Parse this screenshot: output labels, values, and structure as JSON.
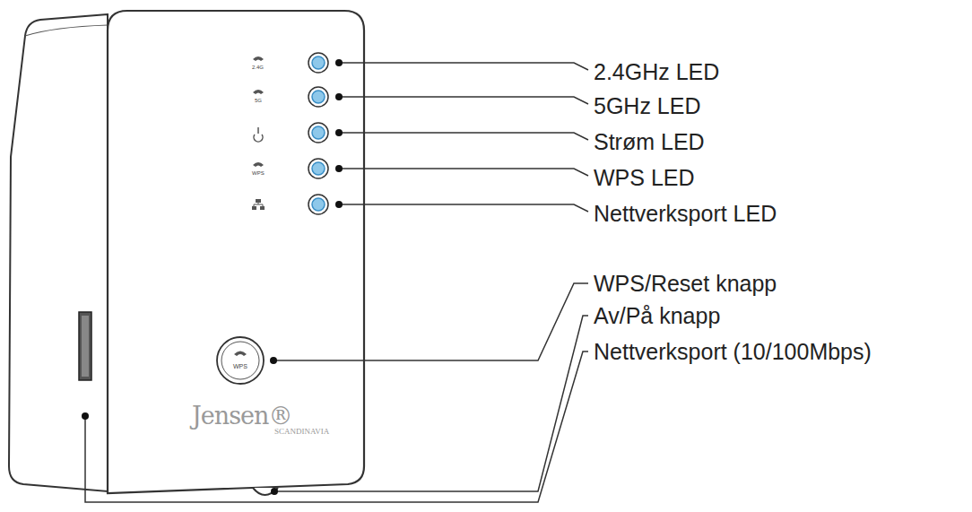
{
  "diagram": {
    "labels": [
      "2.4GHz LED",
      "5GHz LED",
      "Strøm LED",
      "WPS LED",
      "Nettverksport LED",
      "WPS/Reset knapp",
      "Av/På knapp",
      "Nettverksport (10/100Mbps)",
      "2.4G",
      "5G",
      "WPS",
      "WPS",
      "Jensen®",
      "SCANDINAVIA"
    ]
  }
}
